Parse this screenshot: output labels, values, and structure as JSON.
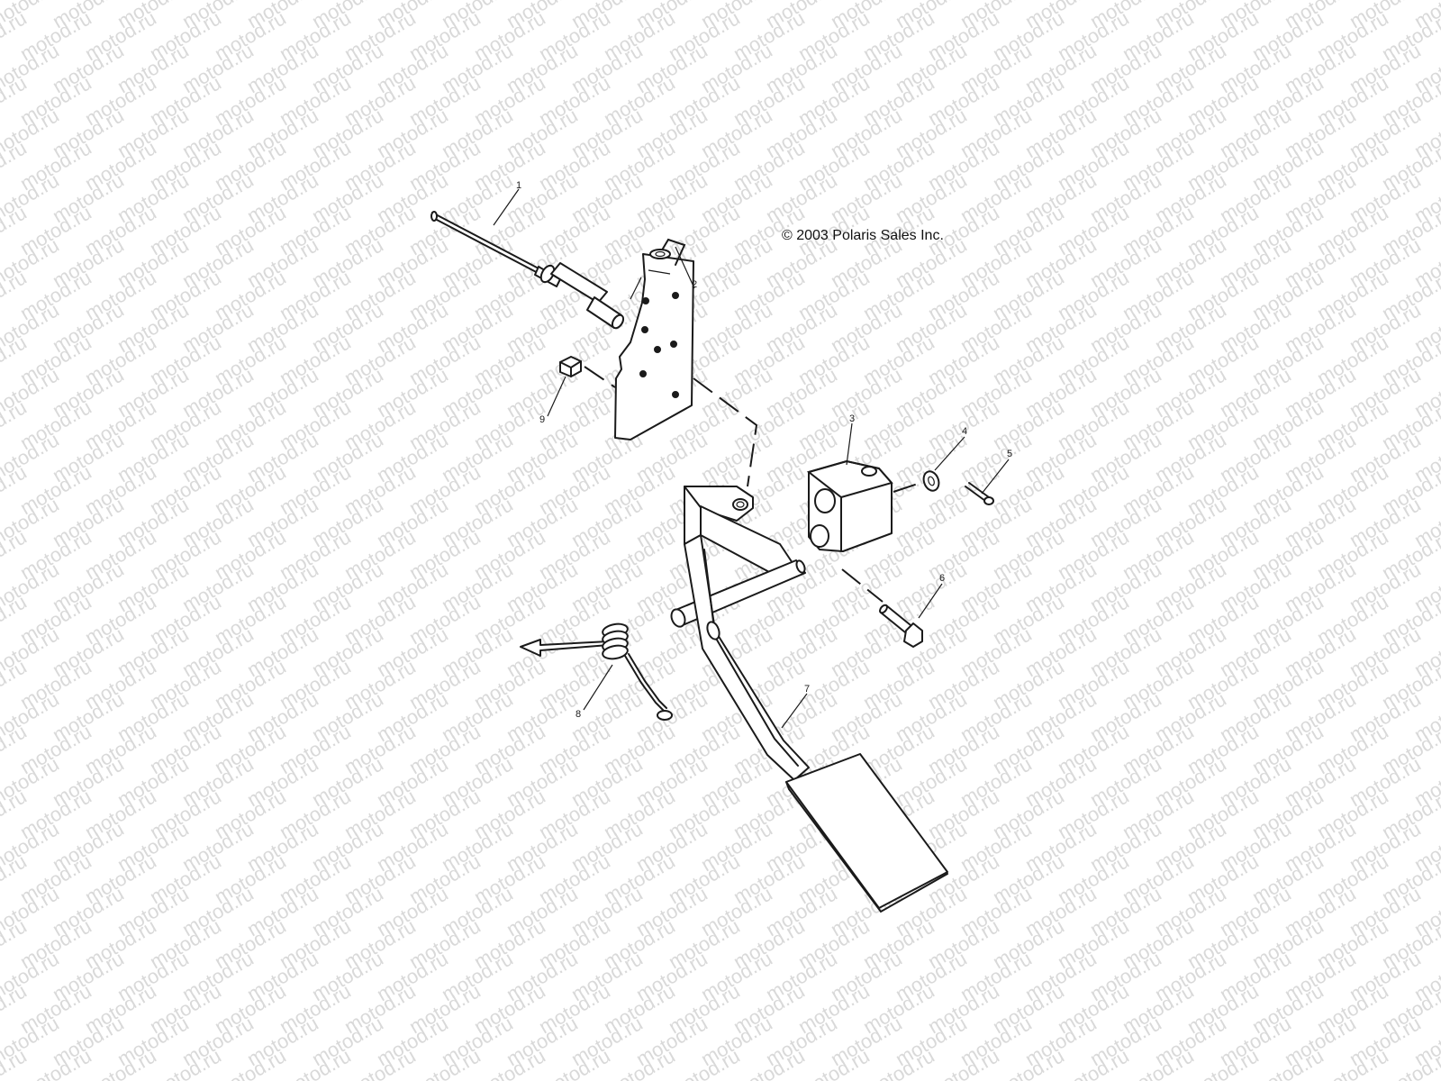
{
  "copyright": "© 2003 Polaris Sales Inc.",
  "watermark_text": "motod.ru",
  "callouts": [
    {
      "id": "1",
      "part": "throttle cable"
    },
    {
      "id": "2",
      "part": "mounting bracket plate"
    },
    {
      "id": "3",
      "part": "pedal pivot block"
    },
    {
      "id": "4",
      "part": "washer"
    },
    {
      "id": "5",
      "part": "cotter pin"
    },
    {
      "id": "6",
      "part": "pivot bolt"
    },
    {
      "id": "7",
      "part": "accelerator pedal"
    },
    {
      "id": "8",
      "part": "return spring"
    },
    {
      "id": "9",
      "part": "nut"
    }
  ],
  "colors": {
    "line": "#1a1a1a",
    "watermark": "#d9d9d9",
    "background": "#ffffff"
  }
}
